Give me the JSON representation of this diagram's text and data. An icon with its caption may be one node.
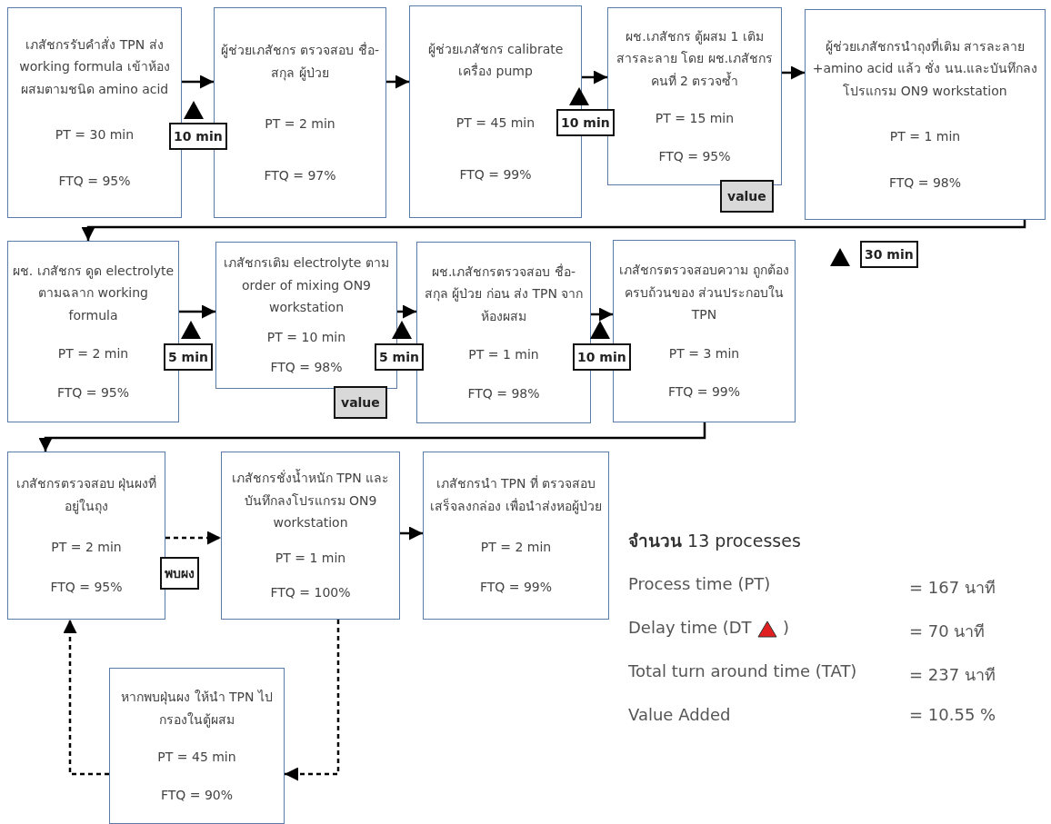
{
  "diagram": {
    "nodes": [
      {
        "text": [
          "เภสัชกรรับคำสั่ง TPN ส่ง working formula เข้าห้องผสมตามชนิด amino acid",
          "PT = 30 min",
          "FTQ = 95%"
        ]
      },
      {
        "text": [
          "ผู้ช่วยเภสัชกร ตรวจสอบ ชื่อ-สกุล ผู้ป่วย",
          "PT = 2 min",
          "FTQ = 97%"
        ]
      },
      {
        "text": [
          "ผู้ช่วยเภสัชกร calibrate เครื่อง pump",
          "PT = 45 min",
          "FTQ = 99%"
        ]
      },
      {
        "text": [
          "ผช.เภสัชกร ตู้ผสม 1 เติมสารละลาย โดย ผช.เภสัชกรคนที่ 2 ตรวจซ้ำ",
          "PT = 15 min",
          "FTQ = 95%"
        ],
        "beside": [
          "value"
        ]
      },
      {
        "text": [
          "ผู้ช่วยเภสัชกรนำถุงที่เติม สารละลาย +amino acid แล้ว ชั่ง นน.และบันทึกลงโปรแกรม ON9 workstation",
          "PT = 1 min",
          "FTQ = 98%"
        ]
      },
      {
        "text": [
          "ผช. เภสัชกร ดูด electrolyte ตามฉลาก working formula",
          "PT = 2 min",
          "FTQ = 95%"
        ]
      },
      {
        "text": [
          "เภสัชกรเติม electrolyte ตาม order of mixing ON9 workstation",
          "PT = 10 min",
          "FTQ = 98%"
        ],
        "beside": [
          "value"
        ]
      },
      {
        "text": [
          "ผช.เภสัชกรตรวจสอบ ชื่อ-สกุล ผู้ป่วย ก่อน ส่ง TPN จากห้องผสม",
          "PT = 1 min",
          "FTQ = 98%"
        ]
      },
      {
        "text": [
          "เภสัชกรตรวจสอบความ ถูกต้อง ครบถ้วนของ ส่วนประกอบใน TPN",
          "PT = 3 min",
          "FTQ = 99%"
        ]
      },
      {
        "text": [
          "เภสัชกรตรวจสอบ ฝุ่นผงที่อยู่ในถุง",
          "PT = 2 min",
          "FTQ = 95%"
        ]
      },
      {
        "text": [
          "เภสัชกรชั่งน้ำหนัก TPN และบันทึกลงโปรแกรม ON9 workstation",
          "PT = 1 min",
          "FTQ = 100%"
        ]
      },
      {
        "text": [
          "เภสัชกรนำ TPN ที่ ตรวจสอบเสร็จลงกล่อง เพื่อนำส่งหอผู้ป่วย",
          "PT = 2 min",
          "FTQ = 99%"
        ]
      },
      {
        "text": [
          "หากพบฝุ่นผง ให้นำ TPN ไปกรองในตู้ผสม",
          "PT = 45 min",
          "FTQ = 90%"
        ]
      }
    ],
    "edges": [
      {
        "from": 0,
        "to": 1,
        "arrow": "to",
        "label": "10 min"
      },
      {
        "from": 1,
        "to": 2,
        "arrow": "to"
      },
      {
        "from": 2,
        "to": 3,
        "arrow": "to",
        "label": "10 min"
      },
      {
        "from": 3,
        "to": 4,
        "arrow": "to"
      },
      {
        "from": 4,
        "to": 5,
        "arrow": "to",
        "label": "30 min"
      },
      {
        "from": 5,
        "to": 6,
        "arrow": "to",
        "label": "5 min"
      },
      {
        "from": 6,
        "to": 7,
        "arrow": "to",
        "label": "5 min"
      },
      {
        "from": 7,
        "to": 8,
        "arrow": "to",
        "label": "10 min"
      },
      {
        "from": 8,
        "to": 9,
        "arrow": "to"
      },
      {
        "from": 9,
        "to": 10,
        "arrow": "to",
        "label": "พบผง",
        "style": "dashed"
      },
      {
        "from": 10,
        "to": 11,
        "arrow": "to"
      },
      {
        "from": 10,
        "to": 12,
        "arrow": "to",
        "style": "dashed"
      },
      {
        "from": 12,
        "to": 9,
        "arrow": "to",
        "style": "dashed"
      }
    ],
    "labels": [
      "**จำนวน** 13 processes",
      "Process time (PT)",
      "= 167 นาที",
      "Delay time (DT",
      ")",
      "= 70 นาที",
      "Total turn around time (TAT)",
      "= 237 นาที",
      "Value Added",
      "= 10.55 %"
    ]
  }
}
